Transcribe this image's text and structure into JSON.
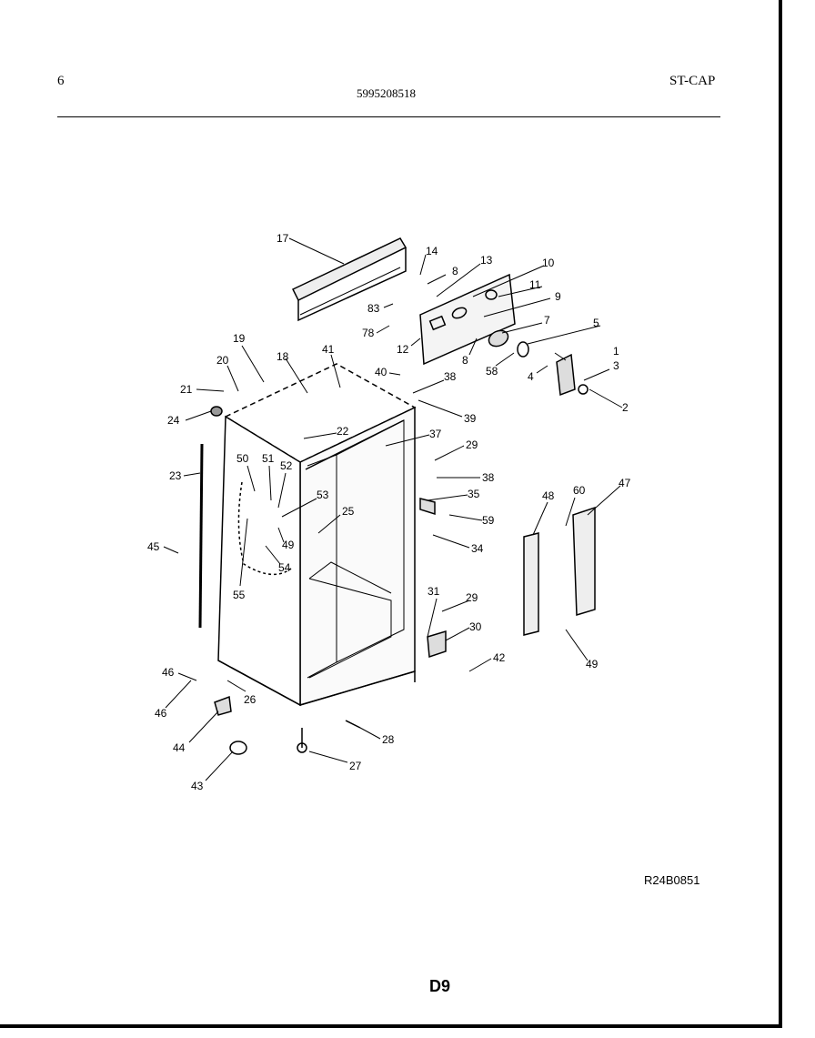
{
  "header": {
    "page_number": "6",
    "part_number": "5995208518",
    "model_code": "ST-CAP"
  },
  "footer": {
    "drawing_ref": "R24B0851",
    "page_id": "D9"
  },
  "callouts": [
    {
      "id": "c17",
      "label": "17"
    },
    {
      "id": "c14",
      "label": "14"
    },
    {
      "id": "c8a",
      "label": "8"
    },
    {
      "id": "c13",
      "label": "13"
    },
    {
      "id": "c10",
      "label": "10"
    },
    {
      "id": "c11",
      "label": "11"
    },
    {
      "id": "c9",
      "label": "9"
    },
    {
      "id": "c7",
      "label": "7"
    },
    {
      "id": "c83",
      "label": "83"
    },
    {
      "id": "c78",
      "label": "78"
    },
    {
      "id": "c12",
      "label": "12"
    },
    {
      "id": "c8b",
      "label": "8"
    },
    {
      "id": "c5",
      "label": "5"
    },
    {
      "id": "c58",
      "label": "58"
    },
    {
      "id": "c1",
      "label": "1"
    },
    {
      "id": "c4",
      "label": "4"
    },
    {
      "id": "c3",
      "label": "3"
    },
    {
      "id": "c2",
      "label": "2"
    },
    {
      "id": "c19",
      "label": "19"
    },
    {
      "id": "c20",
      "label": "20"
    },
    {
      "id": "c21",
      "label": "21"
    },
    {
      "id": "c18",
      "label": "18"
    },
    {
      "id": "c41",
      "label": "41"
    },
    {
      "id": "c40",
      "label": "40"
    },
    {
      "id": "c38a",
      "label": "38"
    },
    {
      "id": "c39",
      "label": "39"
    },
    {
      "id": "c24",
      "label": "24"
    },
    {
      "id": "c22",
      "label": "22"
    },
    {
      "id": "c37",
      "label": "37"
    },
    {
      "id": "c29a",
      "label": "29"
    },
    {
      "id": "c23",
      "label": "23"
    },
    {
      "id": "c50",
      "label": "50"
    },
    {
      "id": "c51",
      "label": "51"
    },
    {
      "id": "c52",
      "label": "52"
    },
    {
      "id": "c38b",
      "label": "38"
    },
    {
      "id": "c35",
      "label": "35"
    },
    {
      "id": "c53",
      "label": "53"
    },
    {
      "id": "c25",
      "label": "25"
    },
    {
      "id": "c59",
      "label": "59"
    },
    {
      "id": "c48",
      "label": "48"
    },
    {
      "id": "c60",
      "label": "60"
    },
    {
      "id": "c47",
      "label": "47"
    },
    {
      "id": "c45",
      "label": "45"
    },
    {
      "id": "c49a",
      "label": "49"
    },
    {
      "id": "c34",
      "label": "34"
    },
    {
      "id": "c54",
      "label": "54"
    },
    {
      "id": "c55",
      "label": "55"
    },
    {
      "id": "c31",
      "label": "31"
    },
    {
      "id": "c29b",
      "label": "29"
    },
    {
      "id": "c30",
      "label": "30"
    },
    {
      "id": "c42",
      "label": "42"
    },
    {
      "id": "c49b",
      "label": "49"
    },
    {
      "id": "c46a",
      "label": "46"
    },
    {
      "id": "c26",
      "label": "26"
    },
    {
      "id": "c46b",
      "label": "46"
    },
    {
      "id": "c44",
      "label": "44"
    },
    {
      "id": "c28",
      "label": "28"
    },
    {
      "id": "c27",
      "label": "27"
    },
    {
      "id": "c43",
      "label": "43"
    }
  ]
}
